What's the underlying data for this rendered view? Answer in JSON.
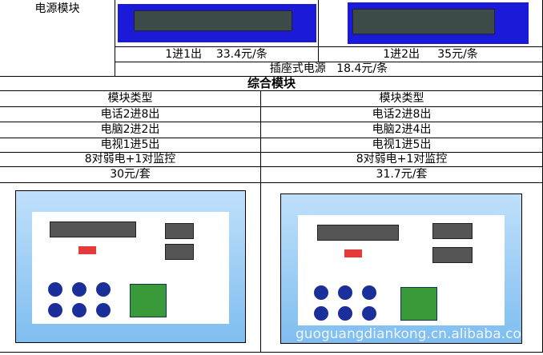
{
  "power": {
    "label": "电源模块",
    "items": [
      {
        "label": "1进1出    33.4元/条"
      },
      {
        "label": "1进2出     35元/条"
      }
    ],
    "socket": "插座式电源   18.4元/条"
  },
  "combo": {
    "title": "综合模块",
    "columns": [
      {
        "rows": [
          "模块类型",
          "电话2进8出",
          "电脑2进2出",
          "电视1进5出",
          "8对弱电+1对监控",
          "30元/套"
        ]
      },
      {
        "rows": [
          "模块类型",
          "电话2进8出",
          "电脑2进4出",
          "电视1进5出",
          "8对弱电+1对监控",
          "31.7元/套"
        ]
      }
    ],
    "watermark": "guoguangdiankong.cn.alibaba.com"
  }
}
